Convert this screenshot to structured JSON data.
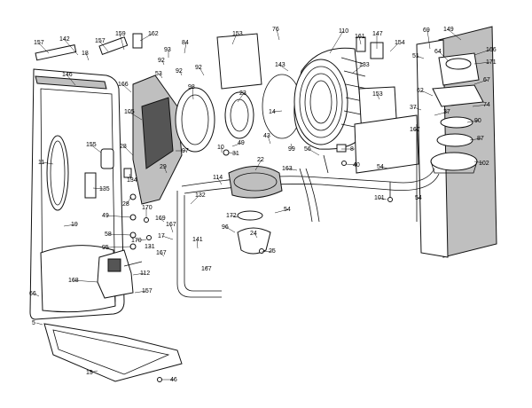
{
  "labels": [
    {
      "t": "157"
    },
    {
      "t": "142"
    },
    {
      "t": "18"
    },
    {
      "t": "146"
    },
    {
      "t": "159"
    },
    {
      "t": "162"
    },
    {
      "t": "157"
    },
    {
      "t": "93"
    },
    {
      "t": "84"
    },
    {
      "t": "92"
    },
    {
      "t": "53"
    },
    {
      "t": "92"
    },
    {
      "t": "92"
    },
    {
      "t": "153"
    },
    {
      "t": "76"
    },
    {
      "t": "110"
    },
    {
      "t": "161"
    },
    {
      "t": "147"
    },
    {
      "t": "154"
    },
    {
      "t": "69"
    },
    {
      "t": "149"
    },
    {
      "t": "166"
    },
    {
      "t": "171"
    },
    {
      "t": "51"
    },
    {
      "t": "64"
    },
    {
      "t": "143"
    },
    {
      "t": "133"
    },
    {
      "t": "67"
    },
    {
      "t": "166"
    },
    {
      "t": "105"
    },
    {
      "t": "98"
    },
    {
      "t": "23"
    },
    {
      "t": "14"
    },
    {
      "t": "62"
    },
    {
      "t": "153"
    },
    {
      "t": "74"
    },
    {
      "t": "37"
    },
    {
      "t": "37"
    },
    {
      "t": "90"
    },
    {
      "t": "167"
    },
    {
      "t": "87"
    },
    {
      "t": "11"
    },
    {
      "t": "155"
    },
    {
      "t": "28"
    },
    {
      "t": "97"
    },
    {
      "t": "10"
    },
    {
      "t": "49"
    },
    {
      "t": "43"
    },
    {
      "t": "99"
    },
    {
      "t": "56"
    },
    {
      "t": "8"
    },
    {
      "t": "40"
    },
    {
      "t": "54"
    },
    {
      "t": "102"
    },
    {
      "t": "31"
    },
    {
      "t": "22"
    },
    {
      "t": "134"
    },
    {
      "t": "135"
    },
    {
      "t": "29"
    },
    {
      "t": "132"
    },
    {
      "t": "114"
    },
    {
      "t": "163"
    },
    {
      "t": "17"
    },
    {
      "t": "101"
    },
    {
      "t": "54"
    },
    {
      "t": "19"
    },
    {
      "t": "170"
    },
    {
      "t": "28"
    },
    {
      "t": "49"
    },
    {
      "t": "172"
    },
    {
      "t": "54"
    },
    {
      "t": "169"
    },
    {
      "t": "167"
    },
    {
      "t": "96"
    },
    {
      "t": "58"
    },
    {
      "t": "170"
    },
    {
      "t": "131"
    },
    {
      "t": "24"
    },
    {
      "t": "95"
    },
    {
      "t": "141"
    },
    {
      "t": "167"
    },
    {
      "t": "167"
    },
    {
      "t": "25"
    },
    {
      "t": "168"
    },
    {
      "t": "112"
    },
    {
      "t": "157"
    },
    {
      "t": "66"
    },
    {
      "t": "5"
    },
    {
      "t": "15"
    },
    {
      "t": "46"
    }
  ]
}
